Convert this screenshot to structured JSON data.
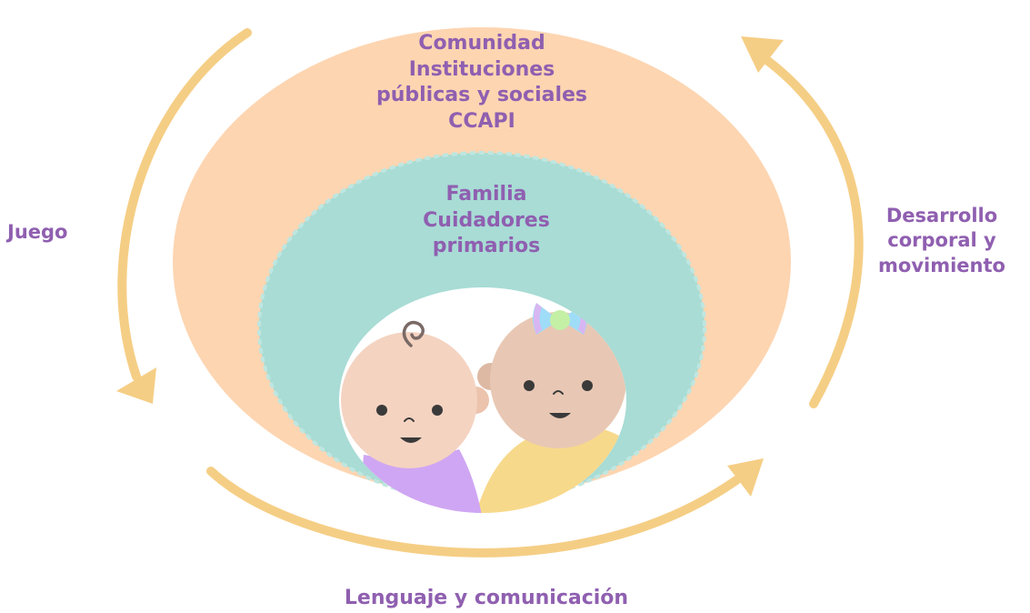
{
  "colors": {
    "outer_ellipse": "#fdd5b1",
    "inner_ellipse": "#a8dcd5",
    "center_circle": "#ffffff",
    "arrow": "#f5ce85",
    "label_text": "#8f5fb0",
    "baby_skin": "#f4d3c1",
    "baby2_skin": "#e8c8b4",
    "baby1_shirt": "#cfa6f3",
    "baby2_shirt": "#f7d98b",
    "bow": "#9fdcf8",
    "bow_accent": "#d8b6f2",
    "bow_center": "#c4f0a6",
    "face_features": "#3a3a3a",
    "curl": "#7a6a66"
  },
  "icons": {
    "baby_left": "baby-boy-icon",
    "baby_right": "baby-girl-icon",
    "bow": "bow-icon",
    "curl": "hair-curl-icon"
  },
  "labels": {
    "community": [
      "Comunidad",
      "Instituciones",
      "públicas y sociales",
      "CCAPI"
    ],
    "family": [
      "Familia",
      "Cuidadores",
      "primarios"
    ],
    "juego": "Juego",
    "desarrollo": [
      "Desarrollo",
      "corporal y",
      "movimiento"
    ],
    "lenguaje": "Lenguaje y comunicación"
  }
}
